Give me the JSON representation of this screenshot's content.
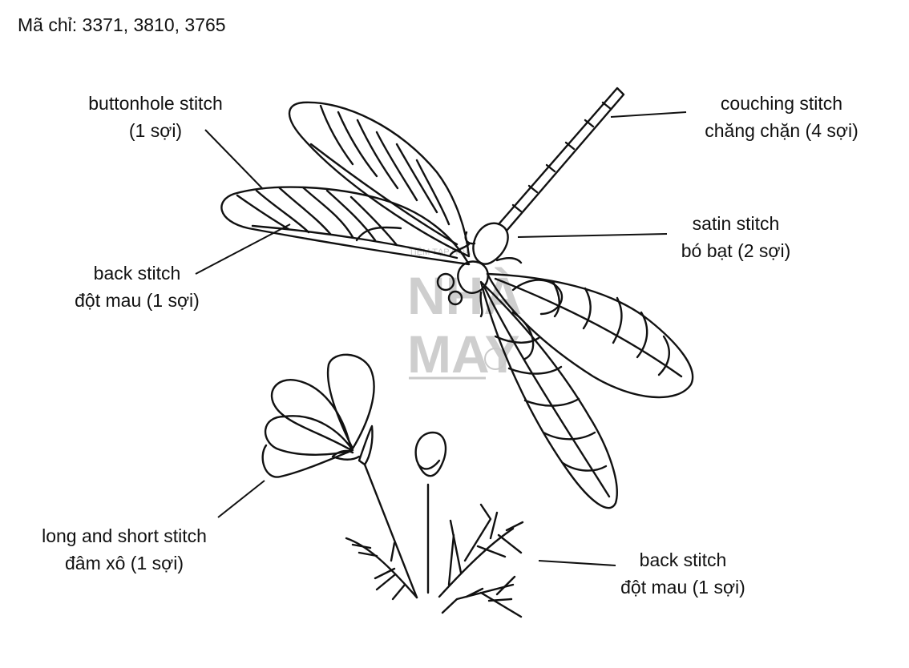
{
  "header": {
    "thread_codes": "Mã chỉ: 3371, 3810, 3765"
  },
  "labels": {
    "buttonhole": {
      "line1": "buttonhole stitch",
      "line2": "(1 sợi)"
    },
    "couching": {
      "line1": "couching stitch",
      "line2": "chăng chặn (4 sợi)"
    },
    "satin": {
      "line1": "satin stitch",
      "line2": "bó bạt (2 sợi)"
    },
    "back_stitch_wing": {
      "line1": "back stitch",
      "line2": "đột mau (1 sợi)"
    },
    "long_short": {
      "line1": "long and short stitch",
      "line2": "đâm xô (1 sợi)"
    },
    "back_stitch_branch": {
      "line1": "back stitch",
      "line2": "đột mau (1 sợi)"
    }
  },
  "watermark": {
    "top": "TIỆM TẠP HÓA",
    "line1": "NHÀ",
    "line2": "MAY"
  },
  "colors": {
    "ink": "#111111",
    "watermark": "#bdbdbd"
  }
}
